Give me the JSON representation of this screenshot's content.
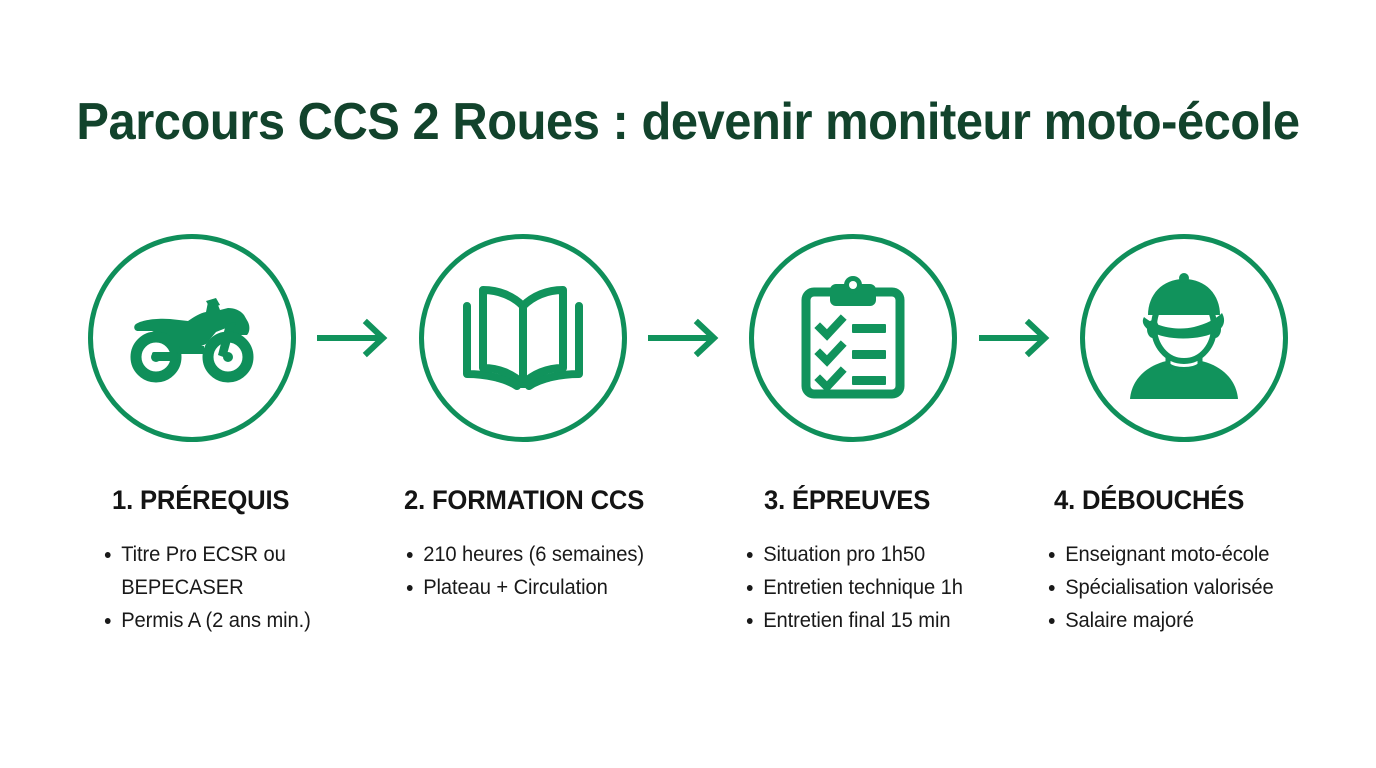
{
  "page": {
    "title": "Parcours CCS 2 Roues : devenir moniteur moto-école",
    "background_color": "#ffffff"
  },
  "colors": {
    "title_green": "#12432C",
    "accent_green": "#0F8F5A",
    "text_black": "#191919",
    "heading_black": "#141414"
  },
  "flow": {
    "arrow_icon_name": "arrow-right-icon",
    "steps": [
      {
        "index": "1",
        "icon": "motorcycle-icon",
        "heading": "1. PRÉREQUIS",
        "bullets": [
          "Titre Pro ECSR ou\nBEPECASER",
          "Permis A (2 ans min.)"
        ]
      },
      {
        "index": "2",
        "icon": "open-book-icon",
        "heading": "2. FORMATION CCS",
        "bullets": [
          "210 heures (6 semaines)",
          "Plateau + Circulation"
        ]
      },
      {
        "index": "3",
        "icon": "clipboard-checklist-icon",
        "heading": "3. ÉPREUVES",
        "bullets": [
          "Situation pro 1h50",
          "Entretien technique 1h",
          "Entretien final 15 min"
        ]
      },
      {
        "index": "4",
        "icon": "instructor-person-icon",
        "heading": "4. DÉBOUCHÉS",
        "bullets": [
          "Enseignant moto-école",
          "Spécialisation valorisée",
          "Salaire majoré"
        ]
      }
    ]
  }
}
